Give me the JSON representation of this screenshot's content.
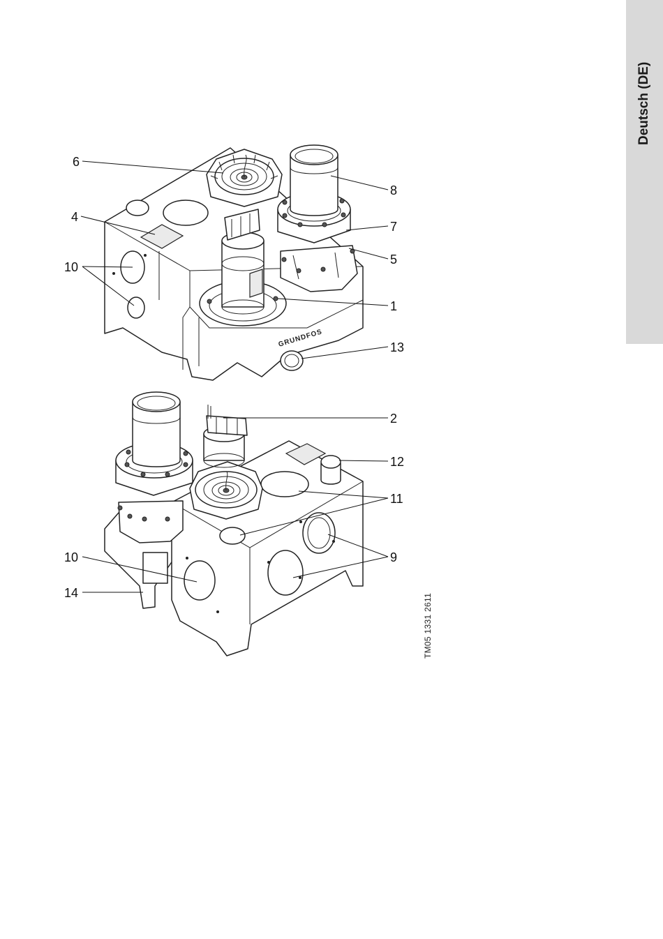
{
  "side_tab": {
    "label": "Deutsch (DE)",
    "color": "#d9d9d9"
  },
  "doc_code": "TM05 1331 2611",
  "brand_mark": "GRUNDFOS",
  "callouts": {
    "c1": "1",
    "c2": "2",
    "c4": "4",
    "c5": "5",
    "c6": "6",
    "c7": "7",
    "c8": "8",
    "c9": "9",
    "c10a": "10",
    "c10b": "10",
    "c11": "11",
    "c12": "12",
    "c13": "13",
    "c14": "14"
  }
}
